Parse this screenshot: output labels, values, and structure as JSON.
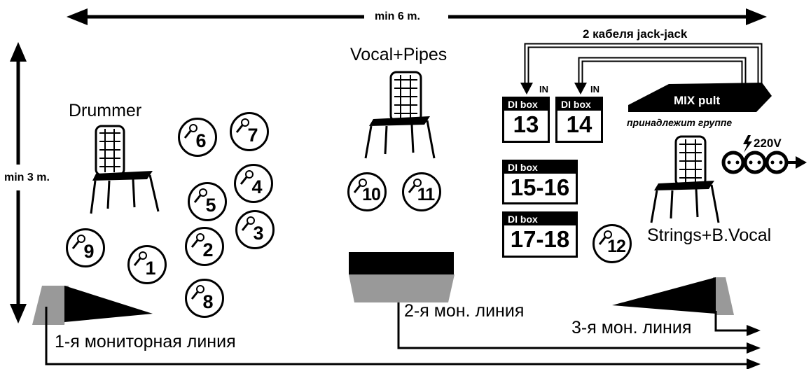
{
  "dimensions": {
    "width_label": "min 6 m.",
    "depth_label": "min 3 m."
  },
  "roles": {
    "drummer": "Drummer",
    "vocal": "Vocal+Pipes",
    "strings": "Strings+B.Vocal"
  },
  "mics": [
    {
      "number": "1"
    },
    {
      "number": "2"
    },
    {
      "number": "3"
    },
    {
      "number": "4"
    },
    {
      "number": "5"
    },
    {
      "number": "6"
    },
    {
      "number": "7"
    },
    {
      "number": "8"
    },
    {
      "number": "9"
    },
    {
      "number": "10"
    },
    {
      "number": "11"
    },
    {
      "number": "12"
    }
  ],
  "di_boxes": [
    {
      "label": "DI box",
      "channels": "13",
      "input": "IN"
    },
    {
      "label": "DI box",
      "channels": "14",
      "input": "IN"
    },
    {
      "label": "DI box",
      "channels": "15-16"
    },
    {
      "label": "DI box",
      "channels": "17-18"
    }
  ],
  "mixer": {
    "label": "MIX pult",
    "note": "принадлежит группе"
  },
  "cables": {
    "label": "2 кабеля jack-jack"
  },
  "power": {
    "label": "220V"
  },
  "monitor_lines": {
    "line1": "1-я мониторная линия",
    "line2": "2-я мон. линия",
    "line3": "3-я мон. линия"
  },
  "colors": {
    "ink": "#000000",
    "monitor_grey": "#999999",
    "background": "#ffffff"
  }
}
